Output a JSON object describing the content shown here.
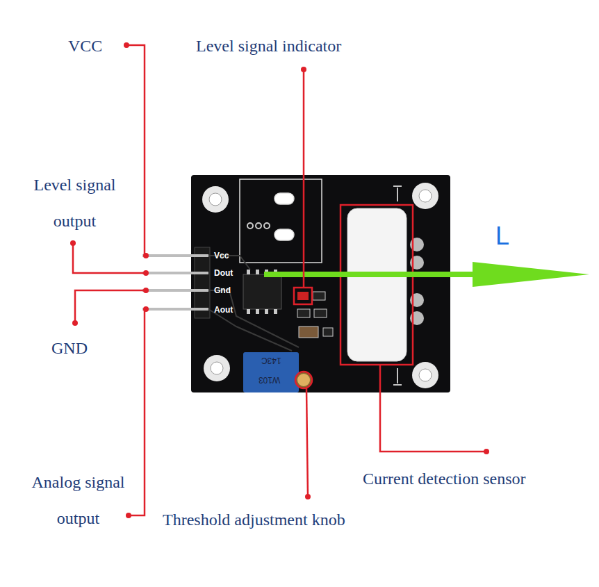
{
  "diagram": {
    "labels": [
      "VCC",
      "Level signal indicator",
      "Level signal output",
      "GND",
      "Analog signal output",
      "Threshold adjustment knob",
      "Current detection sensor",
      "L",
      "Vcc",
      "Dout",
      "Gnd",
      "Aout",
      "143C",
      "W103"
    ]
  }
}
